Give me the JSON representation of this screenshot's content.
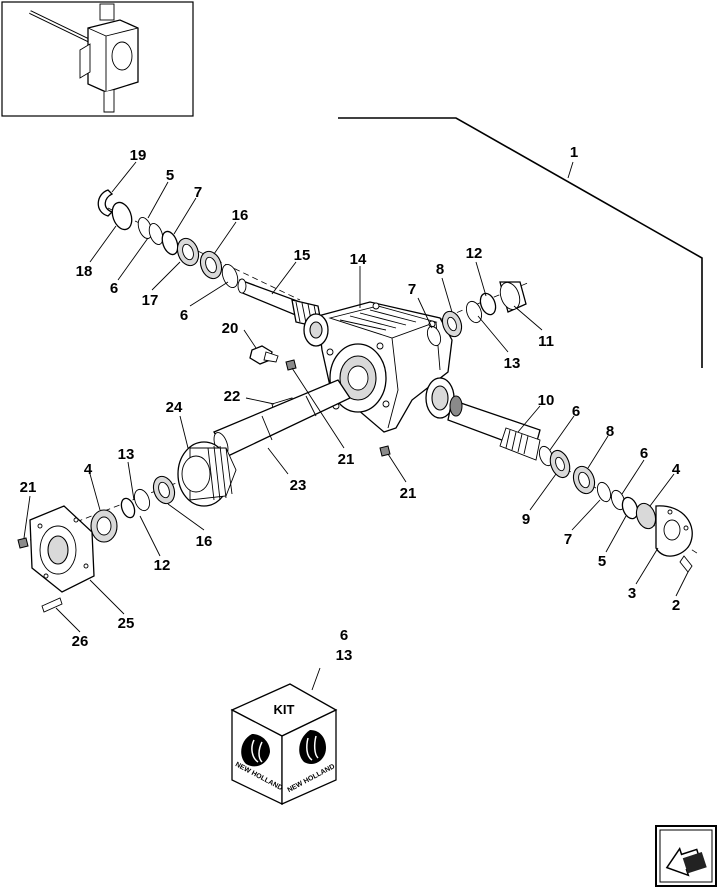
{
  "diagram": {
    "group_label": "1",
    "callouts": {
      "c2": "2",
      "c3": "3",
      "c4a": "4",
      "c4b": "4",
      "c5a": "5",
      "c5b": "5",
      "c6a": "6",
      "c6b": "6",
      "c6c": "6",
      "c6d": "6",
      "c7a": "7",
      "c7b": "7",
      "c7c": "7",
      "c8a": "8",
      "c8b": "8",
      "c9": "9",
      "c10": "10",
      "c11": "11",
      "c12a": "12",
      "c12b": "12",
      "c13a": "13",
      "c13b": "13",
      "c14": "14",
      "c15": "15",
      "c16a": "16",
      "c16b": "16",
      "c17": "17",
      "c18": "18",
      "c19": "19",
      "c20": "20",
      "c21a": "21",
      "c21b": "21",
      "c21c": "21",
      "c22": "22",
      "c23": "23",
      "c24": "24",
      "c25": "25",
      "c26": "26"
    },
    "kit": {
      "ref_top": "6",
      "ref_bottom": "13",
      "label": "KIT",
      "brand": "NEW HOLLAND"
    }
  },
  "navigation": {
    "next_icon": "arrow-forward-icon"
  }
}
